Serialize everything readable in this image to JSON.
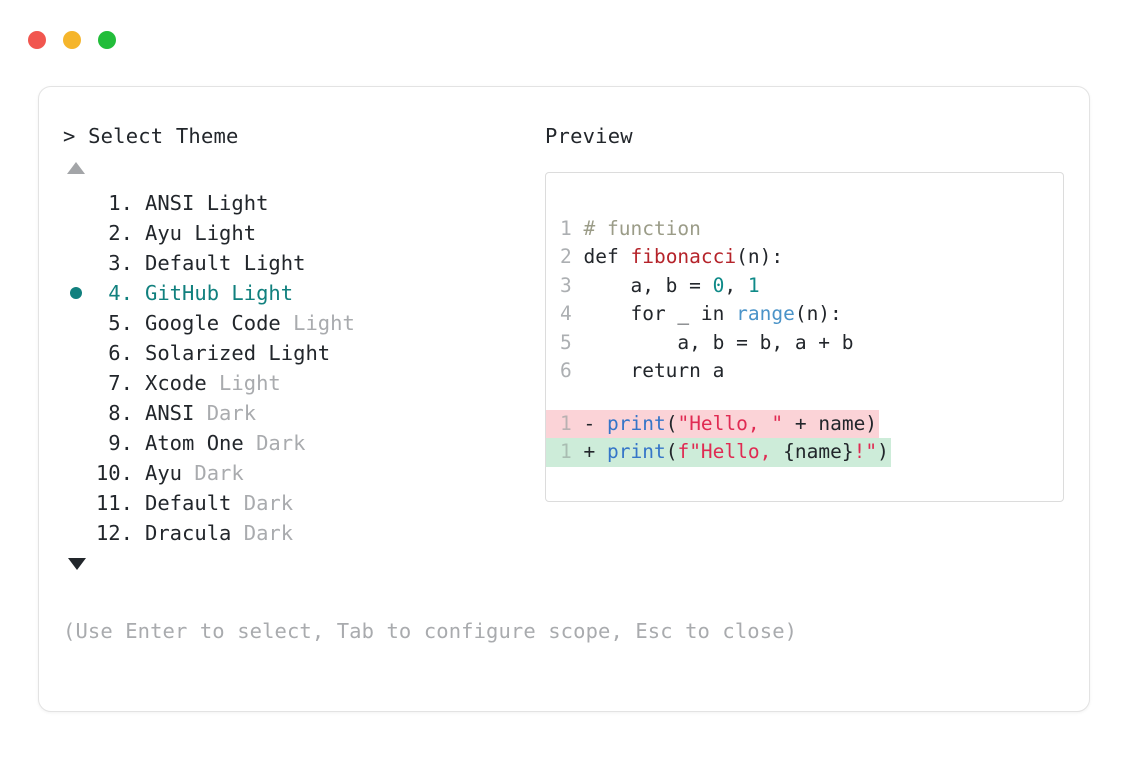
{
  "window": {
    "dots": [
      {
        "name": "close",
        "color": "#f1564f"
      },
      {
        "name": "minimize",
        "color": "#f5b52b"
      },
      {
        "name": "maximize",
        "color": "#22bd3a"
      }
    ]
  },
  "left": {
    "prompt": "> Select Theme",
    "scroll_up_icon": "triangle-up-icon",
    "scroll_down_icon": "triangle-down-icon",
    "selected_index": 4,
    "bullet_color": "#11807e",
    "items": [
      {
        "index": " 1.",
        "name": "ANSI",
        "suffix": " Light",
        "suffix_muted": false,
        "selected": false
      },
      {
        "index": " 2.",
        "name": "Ayu",
        "suffix": " Light",
        "suffix_muted": false,
        "selected": false
      },
      {
        "index": " 3.",
        "name": "Default",
        "suffix": " Light",
        "suffix_muted": false,
        "selected": false
      },
      {
        "index": " 4.",
        "name": "GitHub",
        "suffix": " Light",
        "suffix_muted": false,
        "selected": true
      },
      {
        "index": " 5.",
        "name": "Google Code",
        "suffix": " Light",
        "suffix_muted": true,
        "selected": false
      },
      {
        "index": " 6.",
        "name": "Solarized",
        "suffix": " Light",
        "suffix_muted": false,
        "selected": false
      },
      {
        "index": " 7.",
        "name": "Xcode",
        "suffix": " Light",
        "suffix_muted": true,
        "selected": false
      },
      {
        "index": " 8.",
        "name": "ANSI",
        "suffix": " Dark",
        "suffix_muted": true,
        "selected": false
      },
      {
        "index": " 9.",
        "name": "Atom One",
        "suffix": " Dark",
        "suffix_muted": true,
        "selected": false
      },
      {
        "index": "10.",
        "name": "Ayu",
        "suffix": " Dark",
        "suffix_muted": true,
        "selected": false
      },
      {
        "index": "11.",
        "name": "Default",
        "suffix": " Dark",
        "suffix_muted": true,
        "selected": false
      },
      {
        "index": "12.",
        "name": "Dracula",
        "suffix": " Dark",
        "suffix_muted": true,
        "selected": false
      }
    ]
  },
  "right": {
    "title": "Preview",
    "code_lines": [
      {
        "ln": "1",
        "tokens": [
          {
            "t": "# function",
            "c": "comment"
          }
        ]
      },
      {
        "ln": "2",
        "tokens": [
          {
            "t": "def ",
            "c": "body"
          },
          {
            "t": "fibonacci",
            "c": "func"
          },
          {
            "t": "(n):",
            "c": "punct"
          }
        ]
      },
      {
        "ln": "3",
        "tokens": [
          {
            "t": "    a, b = ",
            "c": "body"
          },
          {
            "t": "0",
            "c": "num"
          },
          {
            "t": ", ",
            "c": "body"
          },
          {
            "t": "1",
            "c": "num"
          }
        ]
      },
      {
        "ln": "4",
        "tokens": [
          {
            "t": "    for _ in ",
            "c": "body"
          },
          {
            "t": "range",
            "c": "builtin"
          },
          {
            "t": "(n):",
            "c": "punct"
          }
        ]
      },
      {
        "ln": "5",
        "tokens": [
          {
            "t": "        a, b = b, a + b",
            "c": "body"
          }
        ]
      },
      {
        "ln": "6",
        "tokens": [
          {
            "t": "    return a",
            "c": "body"
          }
        ]
      }
    ],
    "diff_lines": [
      {
        "ln": "1",
        "sign": "-",
        "kind": "del",
        "tokens": [
          {
            "t": "print",
            "c": "call"
          },
          {
            "t": "(",
            "c": "punct"
          },
          {
            "t": "\"Hello, \"",
            "c": "str"
          },
          {
            "t": " + name)",
            "c": "body"
          }
        ]
      },
      {
        "ln": "1",
        "sign": "+",
        "kind": "add",
        "tokens": [
          {
            "t": "print",
            "c": "call"
          },
          {
            "t": "(",
            "c": "punct"
          },
          {
            "t": "f\"Hello, ",
            "c": "str"
          },
          {
            "t": "{name}",
            "c": "body"
          },
          {
            "t": "!\"",
            "c": "str"
          },
          {
            "t": ")",
            "c": "punct"
          }
        ]
      }
    ]
  },
  "footer": {
    "hint": "(Use Enter to select, Tab to configure scope, Esc to close)"
  }
}
